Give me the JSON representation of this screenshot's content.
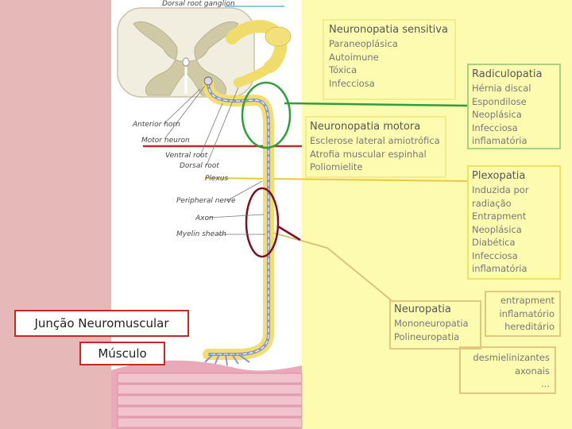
{
  "anatomy_labels": {
    "dorsal_root_ganglion": "Dorsal root ganglion",
    "anterior_horn": "Anterior horn",
    "motor_neuron": "Motor neuron",
    "ventral_root": "Ventral root",
    "dorsal_root": "Dorsal root",
    "plexus": "Plexus",
    "peripheral_nerve": "Peripheral nerve",
    "axon": "Axon",
    "myelin_sheath": "Myelin sheath"
  },
  "boxes": {
    "neuronopatia_sensitiva": {
      "title": "Neuronopatia sensitiva",
      "items": [
        "Paraneoplásica",
        "Autoimune",
        "Tóxica",
        "Infecciosa"
      ]
    },
    "radiculopatia": {
      "title": "Radiculopatia",
      "items": [
        "Hérnia discal",
        "Espondilose",
        "Neoplásica",
        "Infecciosa",
        "inflamatória"
      ]
    },
    "neuronopatia_motora": {
      "title": "Neuronopatia motora",
      "items": [
        "Esclerose lateral amiotrófica",
        "Atrofia muscular espinhal",
        "Poliomielite"
      ]
    },
    "plexopatia": {
      "title": "Plexopatia",
      "items": [
        "Induzida por",
        "radiação",
        "Entrapment",
        "Neoplásica",
        "Diabética",
        "Infecciosa",
        "inflamatória"
      ]
    },
    "neuropatia": {
      "title": "Neuropatia",
      "items": [
        "Mononeuropatia",
        "Polineuropatia"
      ]
    },
    "neuropatia_causes": {
      "items": [
        "entrapment",
        "inflamatório",
        "hereditário"
      ]
    },
    "neuropatia_types": {
      "items": [
        "desmielinizantes",
        "axonais",
        "..."
      ]
    }
  },
  "left_labels": {
    "juncao": "Junção Neuromuscular",
    "musculo": "Músculo"
  },
  "colors": {
    "background_yellow": "#fdfbb0",
    "pink_strip": "#e7b8b8",
    "red": "#c62828",
    "green": "#2e9e3b",
    "yellow_line": "#e8c93a",
    "tan": "#dcc27a",
    "maroon": "#7a1020",
    "muscle": "#e9a9b8"
  }
}
